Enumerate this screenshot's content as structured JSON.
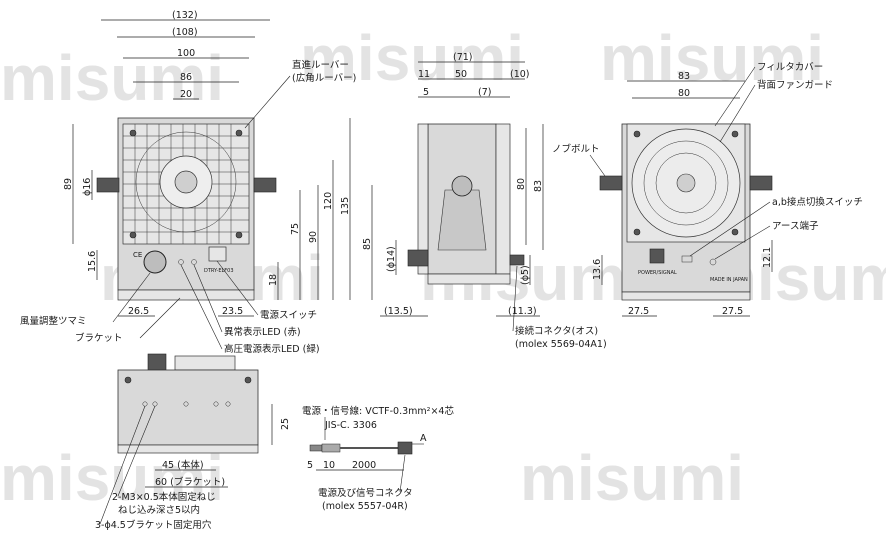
{
  "watermark": "misumi",
  "front_view": {
    "dims": {
      "d132": "(132)",
      "d108": "(108)",
      "d100": "100",
      "d86": "86",
      "d20": "20",
      "d89": "89",
      "phi16": "ϕ16",
      "d75": "75",
      "d90": "90",
      "d120": "120",
      "d135": "135",
      "d85": "85",
      "d15_6": "15.6",
      "d18": "18",
      "d26_5": "26.5",
      "d23_5": "23.5"
    },
    "labels": {
      "louver": "直進ルーバー",
      "louver_wide": "(広角ルーバー)",
      "knob": "風量調整ツマミ",
      "bracket": "ブラケット",
      "power_switch": "電源スイッチ",
      "alarm_led": "異常表示LED (赤)",
      "hv_led": "高圧電源表示LED (緑)",
      "model_mark": "DTRY-ELF03",
      "ce_mark": "CE"
    }
  },
  "side_view": {
    "dims": {
      "d71": "(71)",
      "d11": "11",
      "d50": "50",
      "d10": "(10)",
      "d5": "5",
      "d7": "(7)",
      "d80": "80",
      "d83": "83",
      "phi14": "(ϕ14)",
      "phi5": "(ϕ5)",
      "d13_5": "(13.5)",
      "d11_3": "(11.3)"
    },
    "labels": {
      "connector": "接続コネクタ(オス)",
      "connector_model": "(molex 5569-04A1)"
    }
  },
  "rear_view": {
    "dims": {
      "d83": "83",
      "d80": "80",
      "d13_6": "13.6",
      "d12_1": "12.1",
      "d27_5_left": "27.5",
      "d27_5_right": "27.5"
    },
    "labels": {
      "filter_cover": "フィルタカバー",
      "fan_guard": "背面ファンガード",
      "knob_bolt": "ノブボルト",
      "ab_switch": "a,b接点切換スイッチ",
      "earth": "アース端子",
      "power_signal": "POWER/SIGNAL",
      "made_in": "MADE IN JAPAN"
    }
  },
  "bottom_view": {
    "dims": {
      "d25": "25",
      "d45": "45 (本体)",
      "d60": "60 (ブラケット)"
    },
    "labels": {
      "m3": "2-M3×0.5本体固定ねじ",
      "m3_depth": "ねじ込み深さ5以内",
      "bracket_hole": "3-ϕ4.5ブラケット固定用穴"
    }
  },
  "cable": {
    "spec": "電源・信号線: VCTF-0.3mm²×4芯",
    "jis": "JIS-C. 3306",
    "dims": {
      "d5": "5",
      "d10": "10",
      "d2000": "2000",
      "A": "A"
    },
    "labels": {
      "connector": "電源及び信号コネクタ",
      "connector_model": "(molex 5557-04R)"
    }
  }
}
